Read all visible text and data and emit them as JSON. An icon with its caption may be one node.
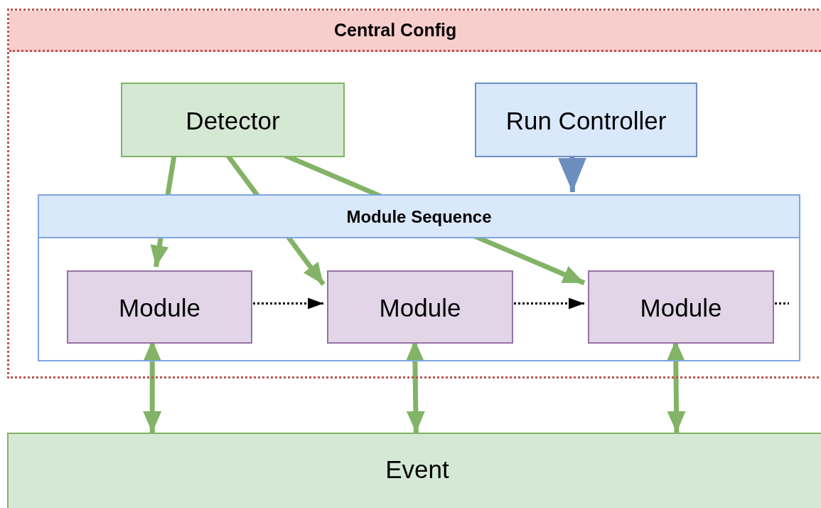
{
  "diagram": {
    "nodes": [
      {
        "text": [
          "Central Config"
        ]
      },
      {
        "text": [
          "Detector"
        ],
        "in": 0
      },
      {
        "text": [
          "Run Controller"
        ],
        "in": 0
      },
      {
        "text": [
          "Module Sequence"
        ],
        "in": 0
      },
      {
        "text": [
          "Module"
        ],
        "in": 3
      },
      {
        "text": [
          "Module"
        ],
        "in": 3
      },
      {
        "text": [
          "Module"
        ],
        "in": 3
      },
      {
        "text": [
          "Event"
        ]
      }
    ],
    "edges": [
      {
        "from": 1,
        "to": 4,
        "arrow": "to"
      },
      {
        "from": 1,
        "to": 5,
        "arrow": "to"
      },
      {
        "from": 1,
        "to": 6,
        "arrow": "to"
      },
      {
        "from": 2,
        "to": 3,
        "arrow": "to",
        "color": "#6c8ebf"
      },
      {
        "from": 4,
        "to": 5,
        "arrow": "to",
        "style": "dashed",
        "color": "#000000"
      },
      {
        "from": 5,
        "to": 6,
        "arrow": "to",
        "style": "dashed",
        "color": "#000000"
      },
      {
        "from": 6,
        "to": null,
        "arrow": "none",
        "style": "dashed",
        "color": "#000000"
      },
      {
        "from": 4,
        "to": 7,
        "arrow": "both"
      },
      {
        "from": 5,
        "to": 7,
        "arrow": "both"
      },
      {
        "from": 6,
        "to": 7,
        "arrow": "both"
      }
    ]
  }
}
